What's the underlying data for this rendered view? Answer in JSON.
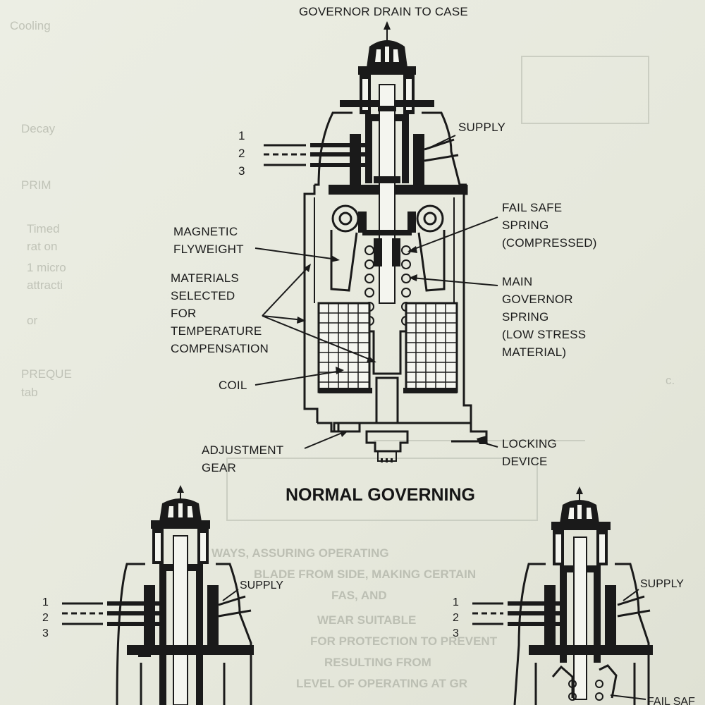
{
  "top_figure": {
    "labels": {
      "drain": "GOVERNOR DRAIN TO CASE",
      "supply": "SUPPLY",
      "wire1": "1",
      "wire2": "2",
      "wire3": "3",
      "fail_safe_1": "FAIL SAFE",
      "fail_safe_2": "SPRING",
      "fail_safe_3": "(COMPRESSED)",
      "magnetic_1": "MAGNETIC",
      "magnetic_2": "FLYWEIGHT",
      "materials_1": "MATERIALS",
      "materials_2": "SELECTED",
      "materials_3": "FOR",
      "materials_4": "TEMPERATURE",
      "materials_5": "COMPENSATION",
      "main_1": "MAIN",
      "main_2": "GOVERNOR",
      "main_3": "SPRING",
      "main_4": "(LOW STRESS",
      "main_5": "MATERIAL)",
      "coil": "COIL",
      "adjustment_1": "ADJUSTMENT",
      "adjustment_2": "GEAR",
      "locking_1": "LOCKING",
      "locking_2": "DEVICE"
    },
    "caption": "NORMAL GOVERNING"
  },
  "bottom_left_figure": {
    "supply": "SUPPLY",
    "wire1": "1",
    "wire2": "2",
    "wire3": "3"
  },
  "bottom_right_figure": {
    "supply": "SUPPLY",
    "wire1": "1",
    "wire2": "2",
    "wire3": "3",
    "fail_safe_partial": "FAIL SAF"
  },
  "bleed_through_text": {
    "left_column": [
      "Cooling",
      "Decay",
      "PRIM",
      "Timed",
      "rat on",
      "1 micro",
      "attracti",
      "or",
      "PREQUE",
      "tab"
    ],
    "right_column": [
      "c."
    ],
    "lower_block": [
      "WAYS, ASSURING OPERATING",
      "BLADE FROM SIDE, MAKING CERTAIN",
      "FAS, AND",
      "WEAR SUITABLE",
      "FOR PROTECTION TO PREVENT",
      "RESULTING FROM",
      "LEVEL OF OPERATING AT GR"
    ]
  }
}
